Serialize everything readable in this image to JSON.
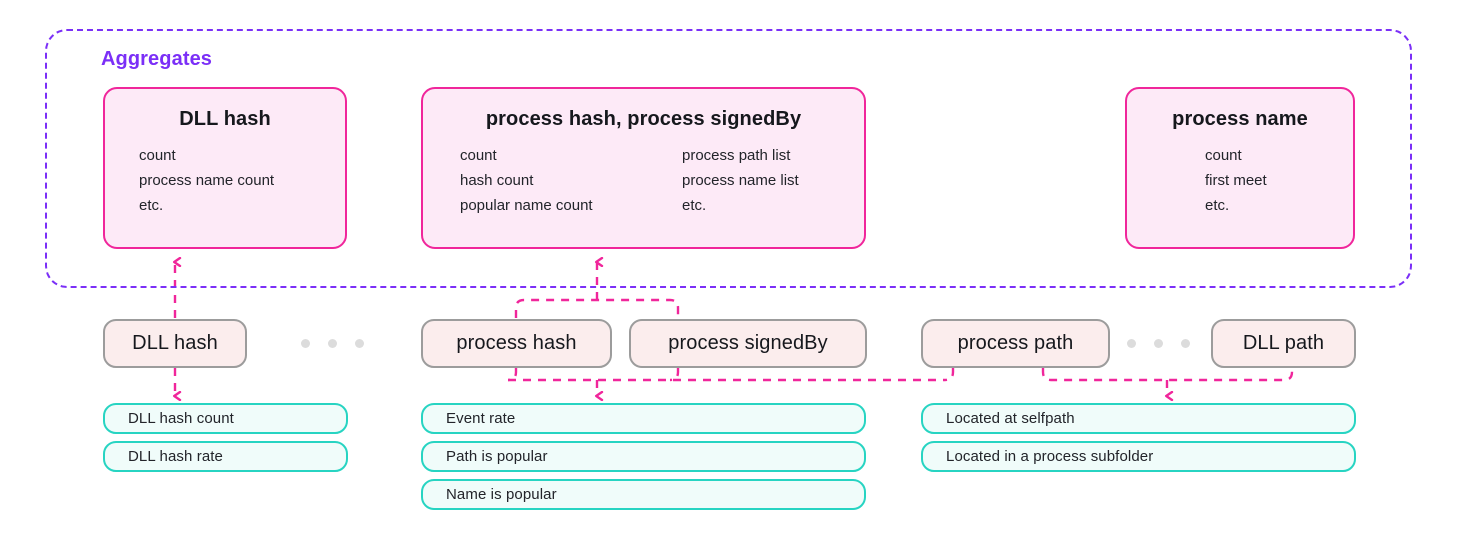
{
  "aggregates": {
    "title": "Aggregates",
    "accent_color": "#7B2FF7",
    "card_border_color": "#F0269B",
    "card_fill_color": "#FDEAF7",
    "cards": [
      {
        "title": "DLL hash",
        "columns": [
          [
            "count",
            "process name count",
            "etc."
          ]
        ]
      },
      {
        "title": "process hash, process signedBy",
        "columns": [
          [
            "count",
            "hash count",
            "popular name count"
          ],
          [
            "process path list",
            "process name list",
            "etc."
          ]
        ]
      },
      {
        "title": "process name",
        "columns": [
          [
            "count",
            "first meet",
            "etc."
          ]
        ]
      }
    ]
  },
  "entities": {
    "border_color": "#9C9C9C",
    "fill_color": "#FBEDED",
    "dot_color": "#DCDCDC",
    "items": [
      {
        "label": "DLL hash"
      },
      {
        "label": "process hash"
      },
      {
        "label": "process signedBy"
      },
      {
        "label": "process path"
      },
      {
        "label": "DLL path"
      }
    ]
  },
  "features": {
    "border_color": "#27D4C2",
    "fill_color": "#F0FCFA",
    "groups": [
      {
        "items": [
          "DLL hash count",
          "DLL hash rate"
        ]
      },
      {
        "items": [
          "Event rate",
          "Path is popular",
          "Name is popular"
        ]
      },
      {
        "items": [
          "Located at selfpath",
          "Located in a process subfolder"
        ]
      }
    ]
  },
  "connectors": {
    "color": "#F0269B",
    "style": "dashed"
  }
}
